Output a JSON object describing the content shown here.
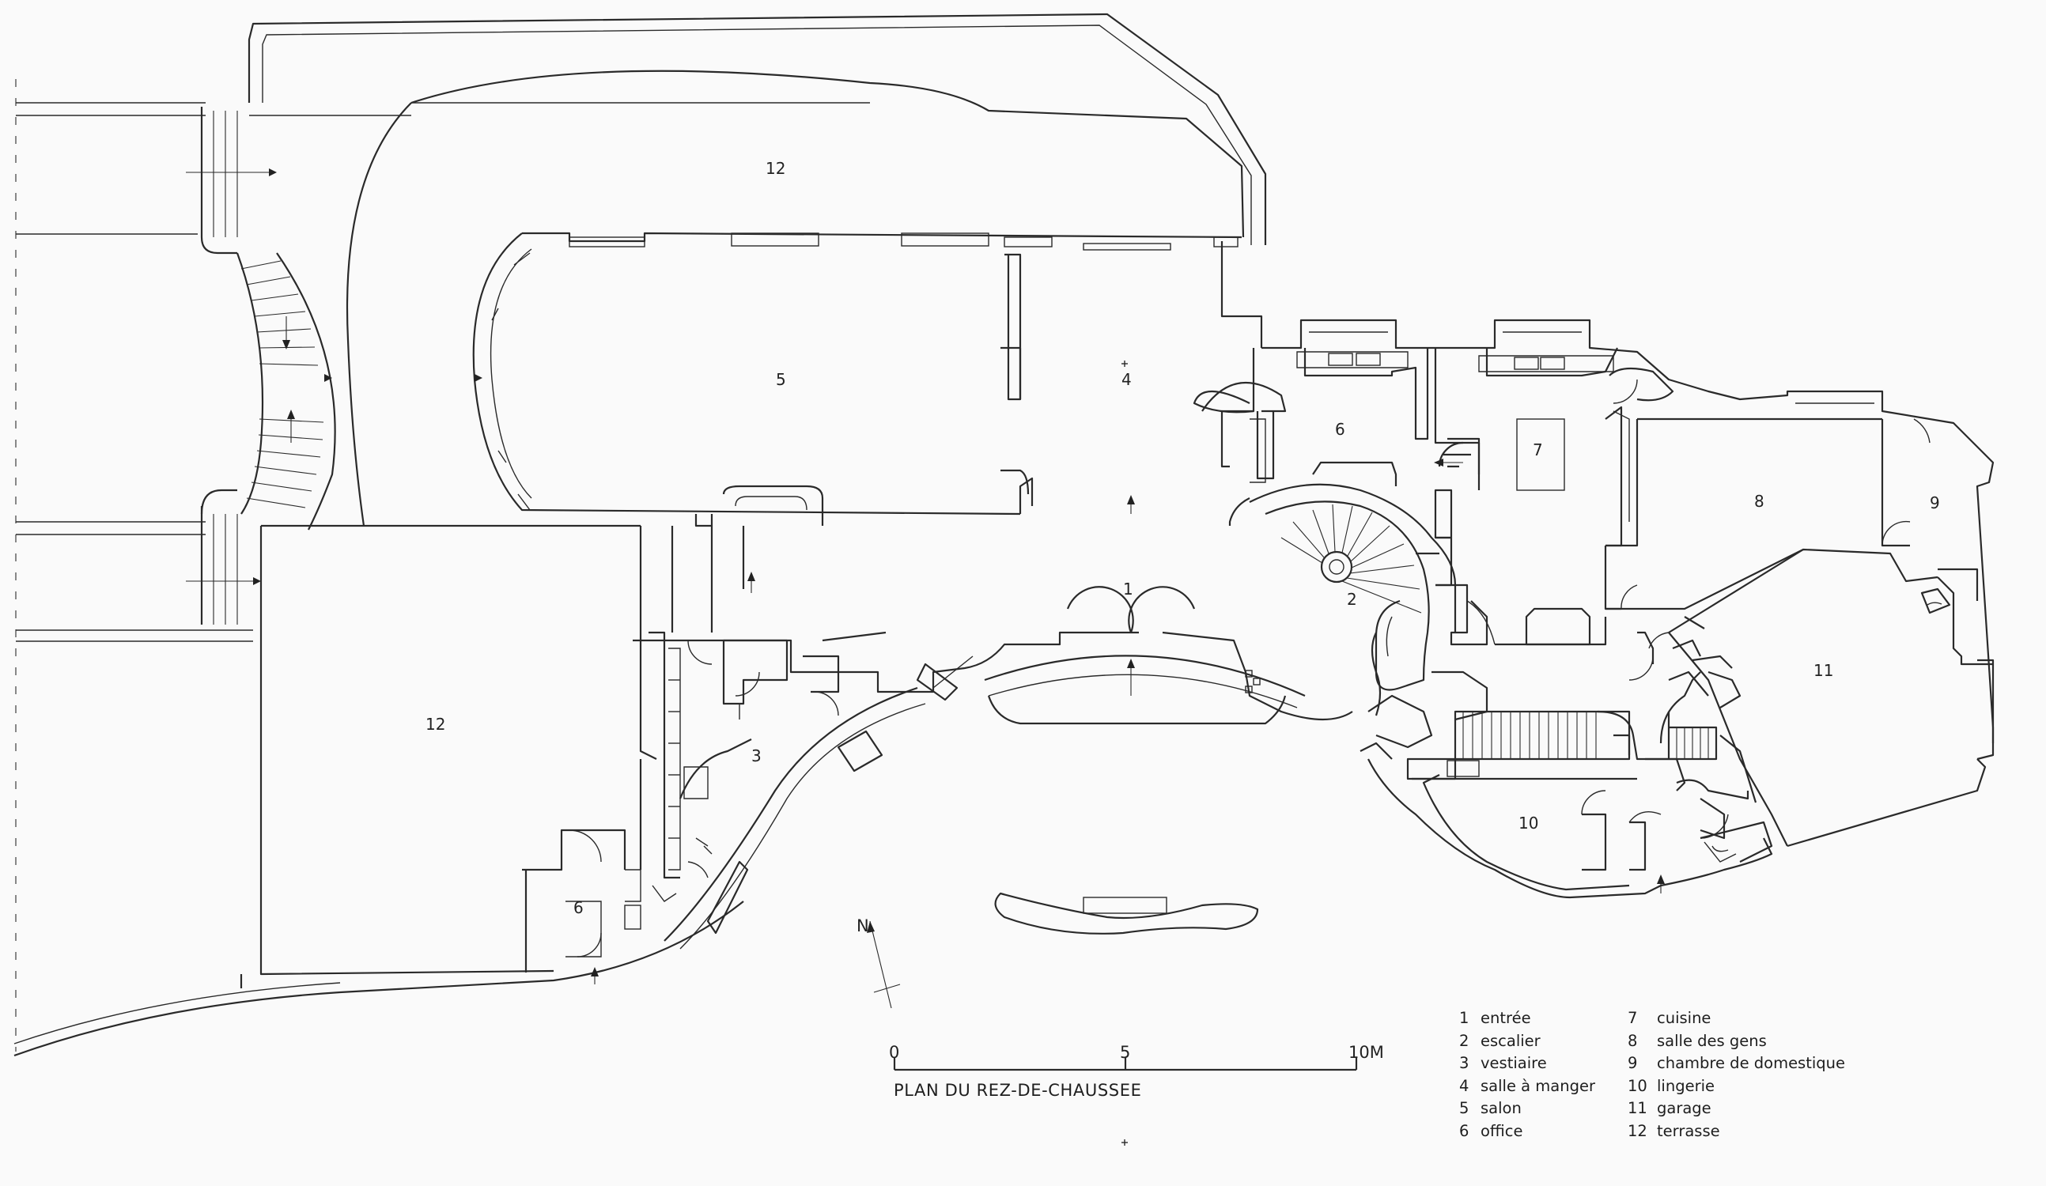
{
  "plan_title": "PLAN DU REZ-DE-CHAUSSEE",
  "scale_bar": {
    "labels": [
      "0",
      "5",
      "10M"
    ]
  },
  "north_label": "N",
  "room_labels": [
    {
      "number": "1"
    },
    {
      "number": "2"
    },
    {
      "number": "3"
    },
    {
      "number": "4"
    },
    {
      "number": "5"
    },
    {
      "number": "6"
    },
    {
      "number": "6"
    },
    {
      "number": "7"
    },
    {
      "number": "8"
    },
    {
      "number": "9"
    },
    {
      "number": "10"
    },
    {
      "number": "11"
    },
    {
      "number": "12"
    },
    {
      "number": "12"
    }
  ],
  "legend": [
    {
      "number": "1",
      "name": "entrée"
    },
    {
      "number": "2",
      "name": "escalier"
    },
    {
      "number": "3",
      "name": "vestiaire"
    },
    {
      "number": "4",
      "name": "salle à manger"
    },
    {
      "number": "5",
      "name": "salon"
    },
    {
      "number": "6",
      "name": "office"
    },
    {
      "number": "7",
      "name": "cuisine"
    },
    {
      "number": "8",
      "name": "salle des gens"
    },
    {
      "number": "9",
      "name": "chambre de domestique"
    },
    {
      "number": "10",
      "name": "lingerie"
    },
    {
      "number": "11",
      "name": "garage"
    },
    {
      "number": "12",
      "name": "terrasse"
    }
  ]
}
